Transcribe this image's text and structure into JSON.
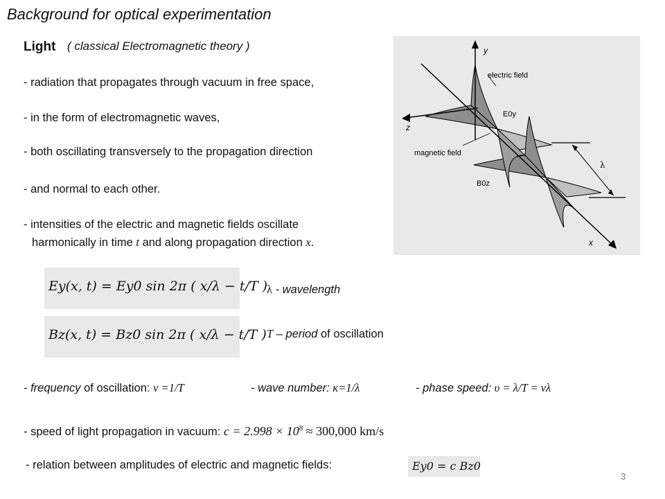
{
  "slide": {
    "title": "Background for optical experimentation",
    "light_label": "Light",
    "light_subtitle": "( classical Electromagnetic theory )",
    "bullets": [
      "- radiation that propagates through vacuum in free space,",
      "- in the form of electromagnetic  waves,",
      "- both oscillating transversely to the propagation direction",
      "- and normal to each other."
    ],
    "intensity_line1": "- intensities of the electric and magnetic fields oscillate",
    "intensity_line2_a": "harmonically in time ",
    "intensity_t": "t",
    "intensity_line2_b": " and along propagation direction ",
    "intensity_x": "x",
    "intensity_end": ".",
    "page_number": "3"
  },
  "figure": {
    "labels": {
      "y": "y",
      "z": "z",
      "x": "x",
      "electric_field": "electric field",
      "magnetic_field": "magnetic field",
      "e0y": "E0y",
      "b0z": "B0z",
      "lambda": "λ"
    }
  },
  "equations": {
    "ey": "Ey(x, t) = Ey0 sin 2π ( x/λ − t/T )",
    "bz": "Bz(x, t) = Bz0 sin 2π ( x/λ − t/T )",
    "lambda_def_symbol": "λ",
    "lambda_def_text": " - wavelength",
    "T_symbol": "T",
    "T_dash": " – ",
    "T_period": "period",
    "T_rest": " of oscillation"
  },
  "formulas": {
    "freq_label": "- frequency",
    "freq_rest": " of oscillation: ",
    "freq_expr": "ν =1/T",
    "wave_label": "- wave number: ",
    "wave_expr": "κ=1/λ",
    "phase_label": "- phase speed: ",
    "phase_expr": "υ = λ/T = νλ",
    "speed_label": "- speed of light propagation in vacuum: ",
    "speed_expr_a": "c = 2.998 × 10",
    "speed_exp": "8",
    "speed_expr_b": " ≈ 300,000 km/s",
    "relation_label": "- relation between amplitudes of electric and magnetic fields:",
    "relation_expr": "Ey0 = c Bz0"
  },
  "colors": {
    "figure_bg": "#e9e9e9",
    "wave_fill": "#9a9a9a",
    "wave_fill_light": "#c8c8c8"
  }
}
